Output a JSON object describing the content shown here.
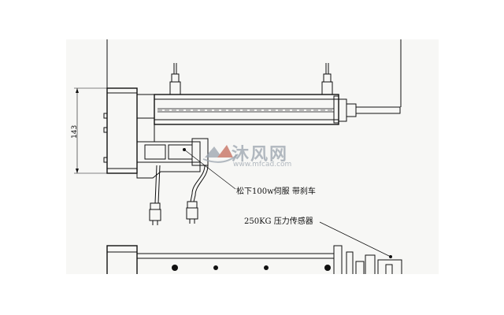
{
  "dimension": {
    "height_label": "143"
  },
  "callouts": {
    "servo": "松下100w伺服 带刹车",
    "sensor": "250KG 压力传感器"
  },
  "watermark": {
    "name": "沐风网",
    "url": "www.mfcad.com",
    "logo": "mf-logo-icon"
  },
  "colors": {
    "line": "#111111",
    "paper": "#f7f7f5",
    "watermark": "#9aa3ad"
  }
}
